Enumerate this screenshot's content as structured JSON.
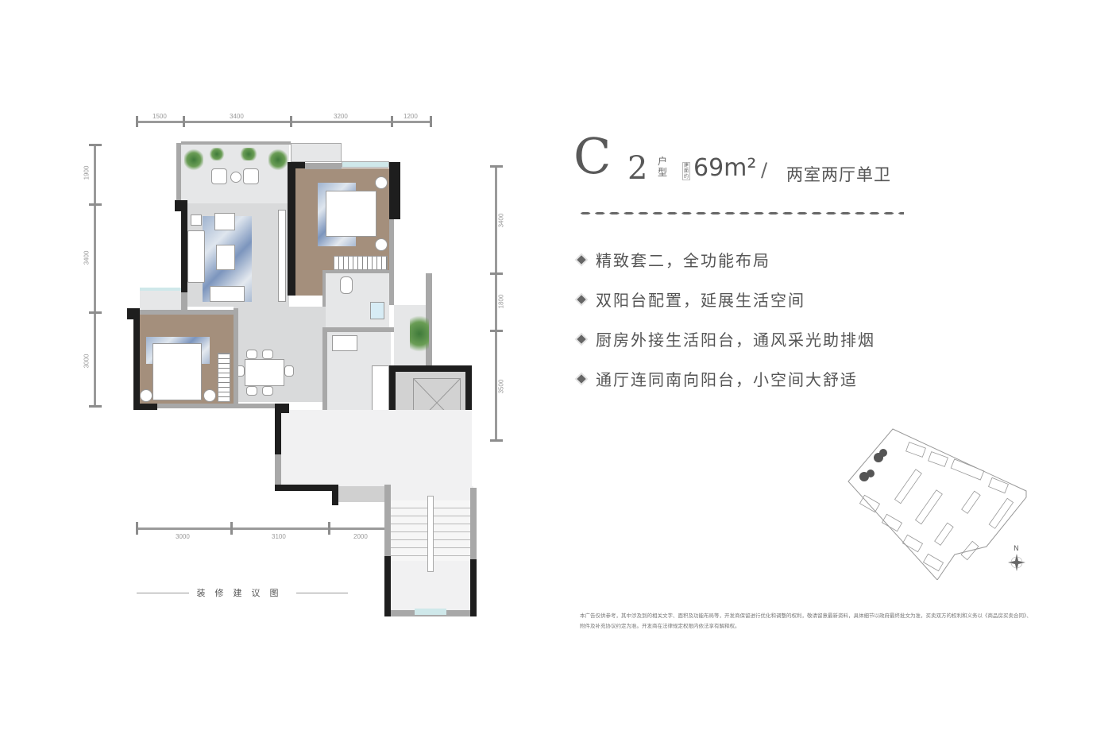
{
  "unit": {
    "code_letter": "C",
    "code_number": "2",
    "type_label": "户型",
    "area_tag": "建面约",
    "area_value": "69m²",
    "separator": "/",
    "layout": "两室两厅单卫"
  },
  "features": [
    {
      "icon": "diamond-bullet-icon",
      "text": "精致套二，全功能布局"
    },
    {
      "icon": "diamond-bullet-icon",
      "text": "双阳台配置，延展生活空间"
    },
    {
      "icon": "diamond-bullet-icon",
      "text": "厨房外接生活阳台，通风采光助排烟"
    },
    {
      "icon": "diamond-bullet-icon",
      "text": "通厅连同南向阳台，小空间大舒适"
    }
  ],
  "dimensions": {
    "top": [
      "1500",
      "3400",
      "3200",
      "1200"
    ],
    "left": [
      "1900",
      "3400",
      "3000"
    ],
    "right": [
      "3400",
      "1800",
      "3500"
    ],
    "bottom": [
      "3000",
      "3100",
      "2000"
    ]
  },
  "caption": "装修建议图",
  "compass": {
    "label": "N"
  },
  "disclaimer": "本广告仅供参考，其中涉及到的相关文字、面积及功能布局等，开发商保留进行优化和调整的权利，敬请留意最新资料，具体细节以政府最终批文为准，买卖双方的权利和义务以《商品房买卖合同》、附件及补充协议约定为准。开发商在法律规定权限内依法享有解释权。",
  "colors": {
    "wall": "#1e1e1e",
    "partition": "#a8a8a8",
    "wood_floor": "#a48f7c",
    "stone_floor": "#d9dadb",
    "text": "#555555"
  }
}
